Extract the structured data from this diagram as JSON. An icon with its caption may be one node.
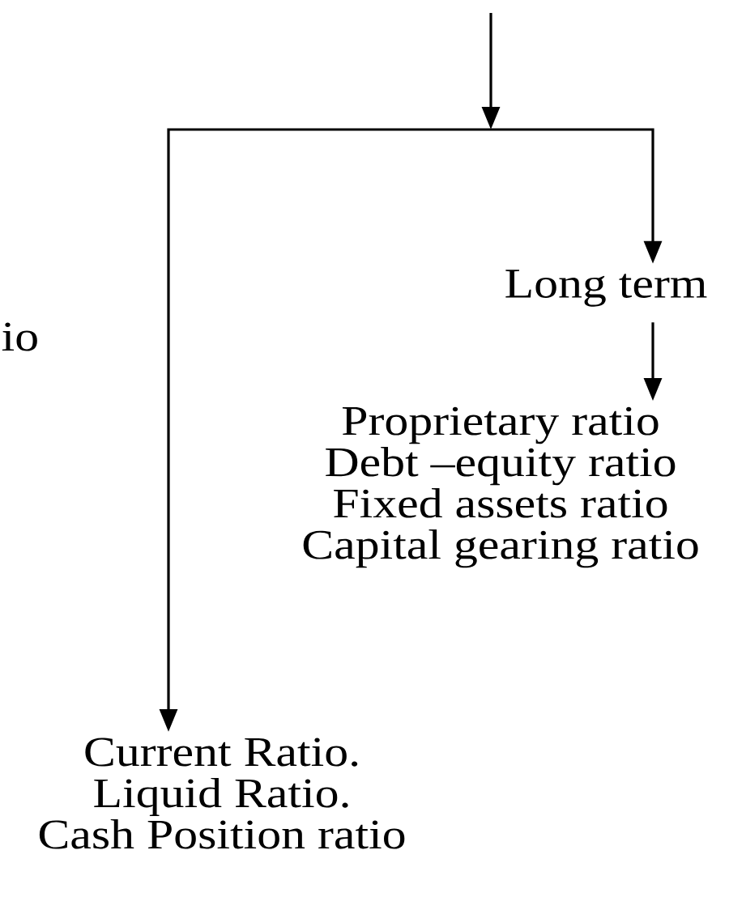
{
  "diagram": {
    "nodes": [
      {
        "text": [
          "Long term"
        ]
      },
      {
        "text": [
          "Proprietary ratio",
          "Debt –equity ratio",
          "Fixed assets ratio",
          "Capital gearing ratio"
        ]
      },
      {
        "text": [
          "Current Ratio.",
          "Liquid Ratio.",
          "Cash Position ratio"
        ]
      }
    ],
    "edges": [
      {
        "from": null,
        "to": 0,
        "arrow": "to"
      },
      {
        "from": null,
        "to": 2,
        "arrow": "to"
      },
      {
        "from": 0,
        "to": 1,
        "arrow": "to"
      }
    ],
    "labels": [
      "io"
    ]
  }
}
